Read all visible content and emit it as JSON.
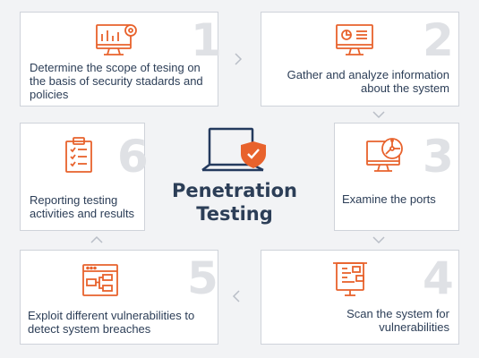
{
  "title": {
    "line1": "Penetration",
    "line2": "Testing"
  },
  "steps": [
    {
      "number": "1",
      "text": "Determine the scope of tesing on the basis of security stadards and policies"
    },
    {
      "number": "2",
      "text": "Gather and analyze information about the system"
    },
    {
      "number": "3",
      "text": "Examine the ports"
    },
    {
      "number": "4",
      "text": "Scan the system for vulnerabilities"
    },
    {
      "number": "5",
      "text": "Exploit different vulnerabilities to detect system breaches"
    },
    {
      "number": "6",
      "text": "Reporting testing activities and results"
    }
  ],
  "colors": {
    "accent": "#e8622c",
    "text": "#2c3e57",
    "number": "#dfe1e5",
    "navy": "#243a5e"
  },
  "icons": [
    "monitor-chart-gear-icon",
    "monitor-presentation-icon",
    "monitor-circuit-icon",
    "document-list-icon",
    "window-flowchart-icon",
    "clipboard-checklist-icon",
    "laptop-shield-icon"
  ]
}
